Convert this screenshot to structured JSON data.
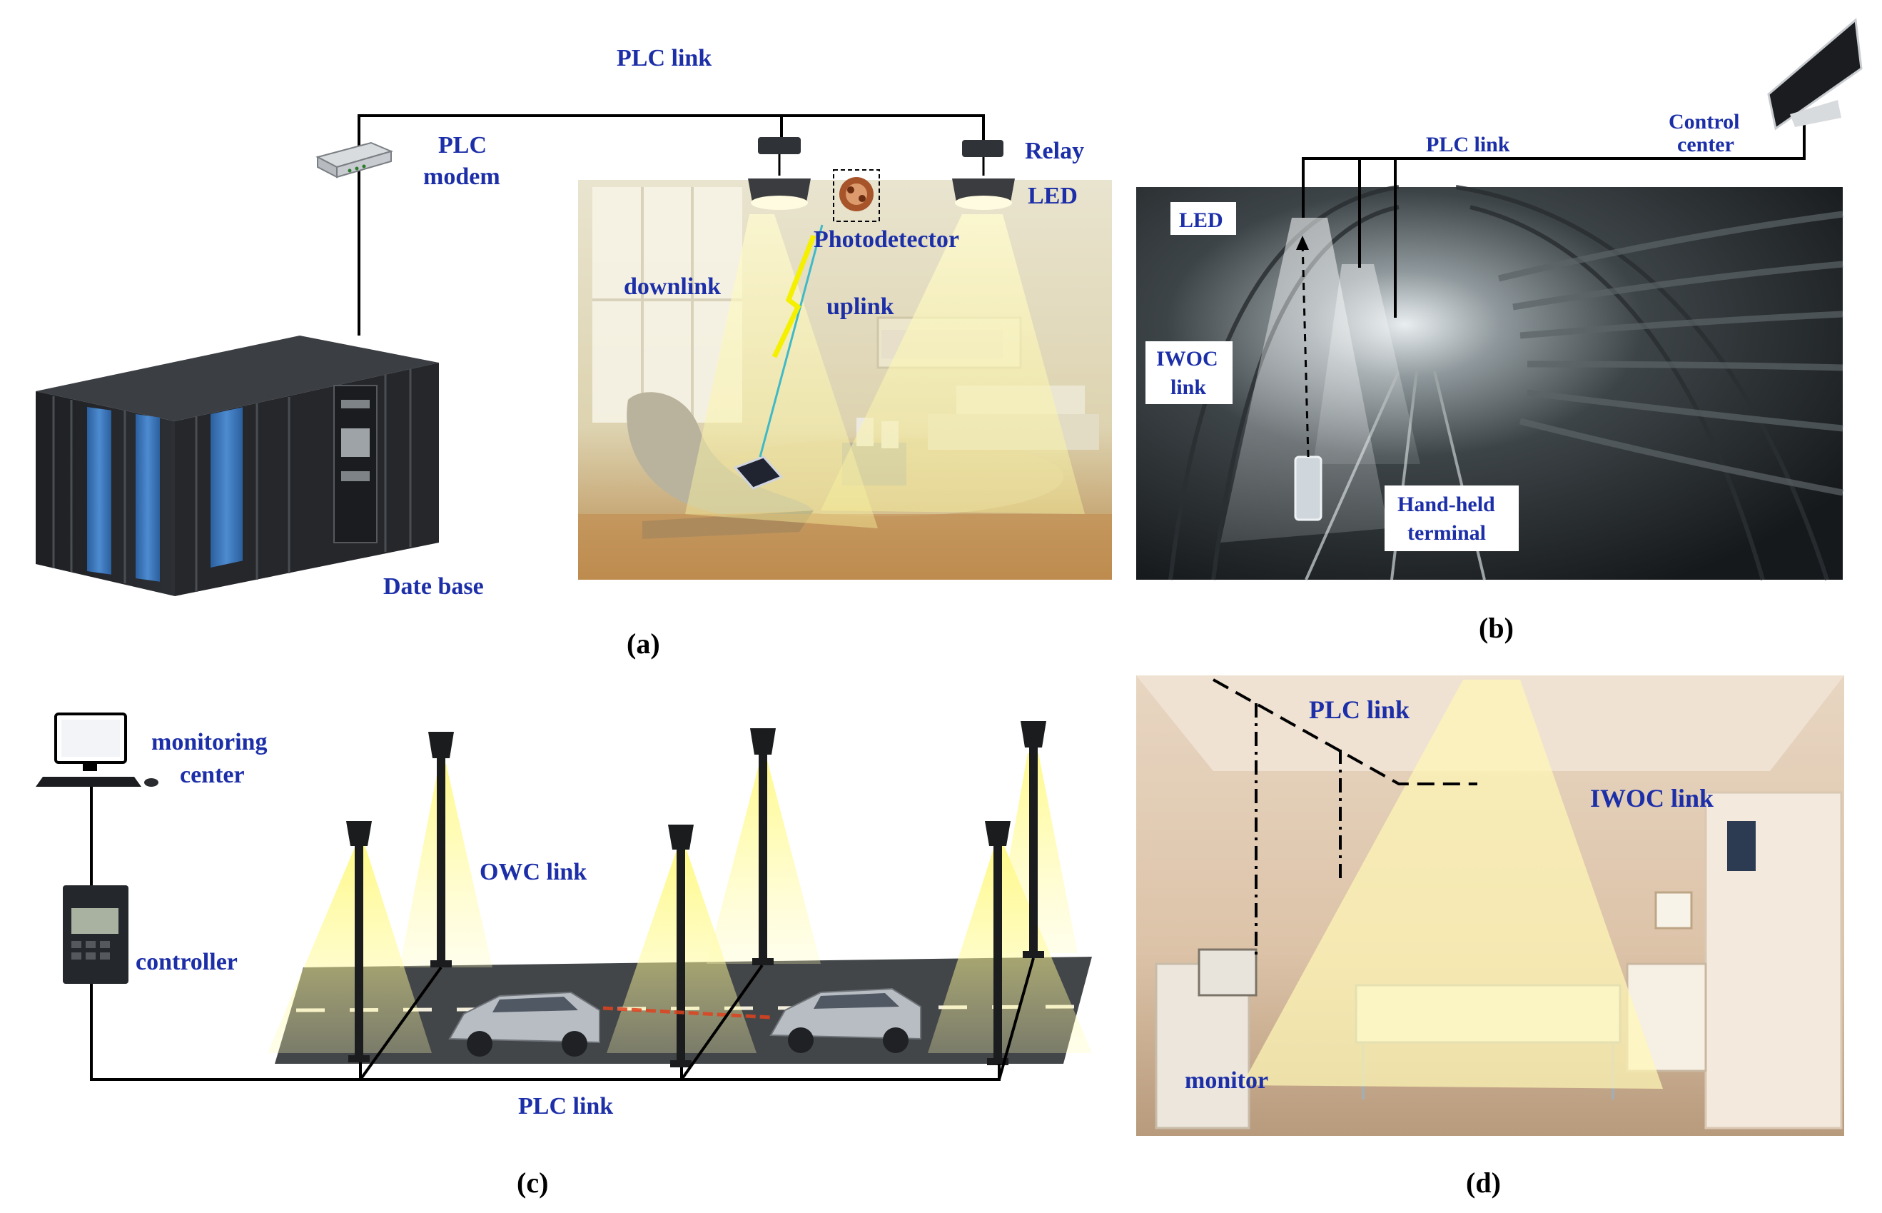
{
  "panel_a": {
    "plc_link": "PLC link",
    "plc_modem_line1": "PLC",
    "plc_modem_line2": "modem",
    "relay": "Relay",
    "led": "LED",
    "photodetector": "Photodetector",
    "downlink": "downlink",
    "uplink": "uplink",
    "date_base": "Date base",
    "caption": "(a)"
  },
  "panel_b": {
    "plc_link": "PLC link",
    "control_center_line1": "Control",
    "control_center_line2": "center",
    "led": "LED",
    "iwoc_line1": "IWOC",
    "iwoc_line2": "link",
    "handheld_line1": "Hand-held",
    "handheld_line2": "terminal",
    "caption": "(b)"
  },
  "panel_c": {
    "monitoring_line1": "monitoring",
    "monitoring_line2": "center",
    "owc_link": "OWC link",
    "controller": "controller",
    "plc_link": "PLC link",
    "caption": "(c)"
  },
  "panel_d": {
    "plc_link": "PLC link",
    "iwoc_link": "IWOC link",
    "monitor": "monitor",
    "caption": "(d)"
  }
}
